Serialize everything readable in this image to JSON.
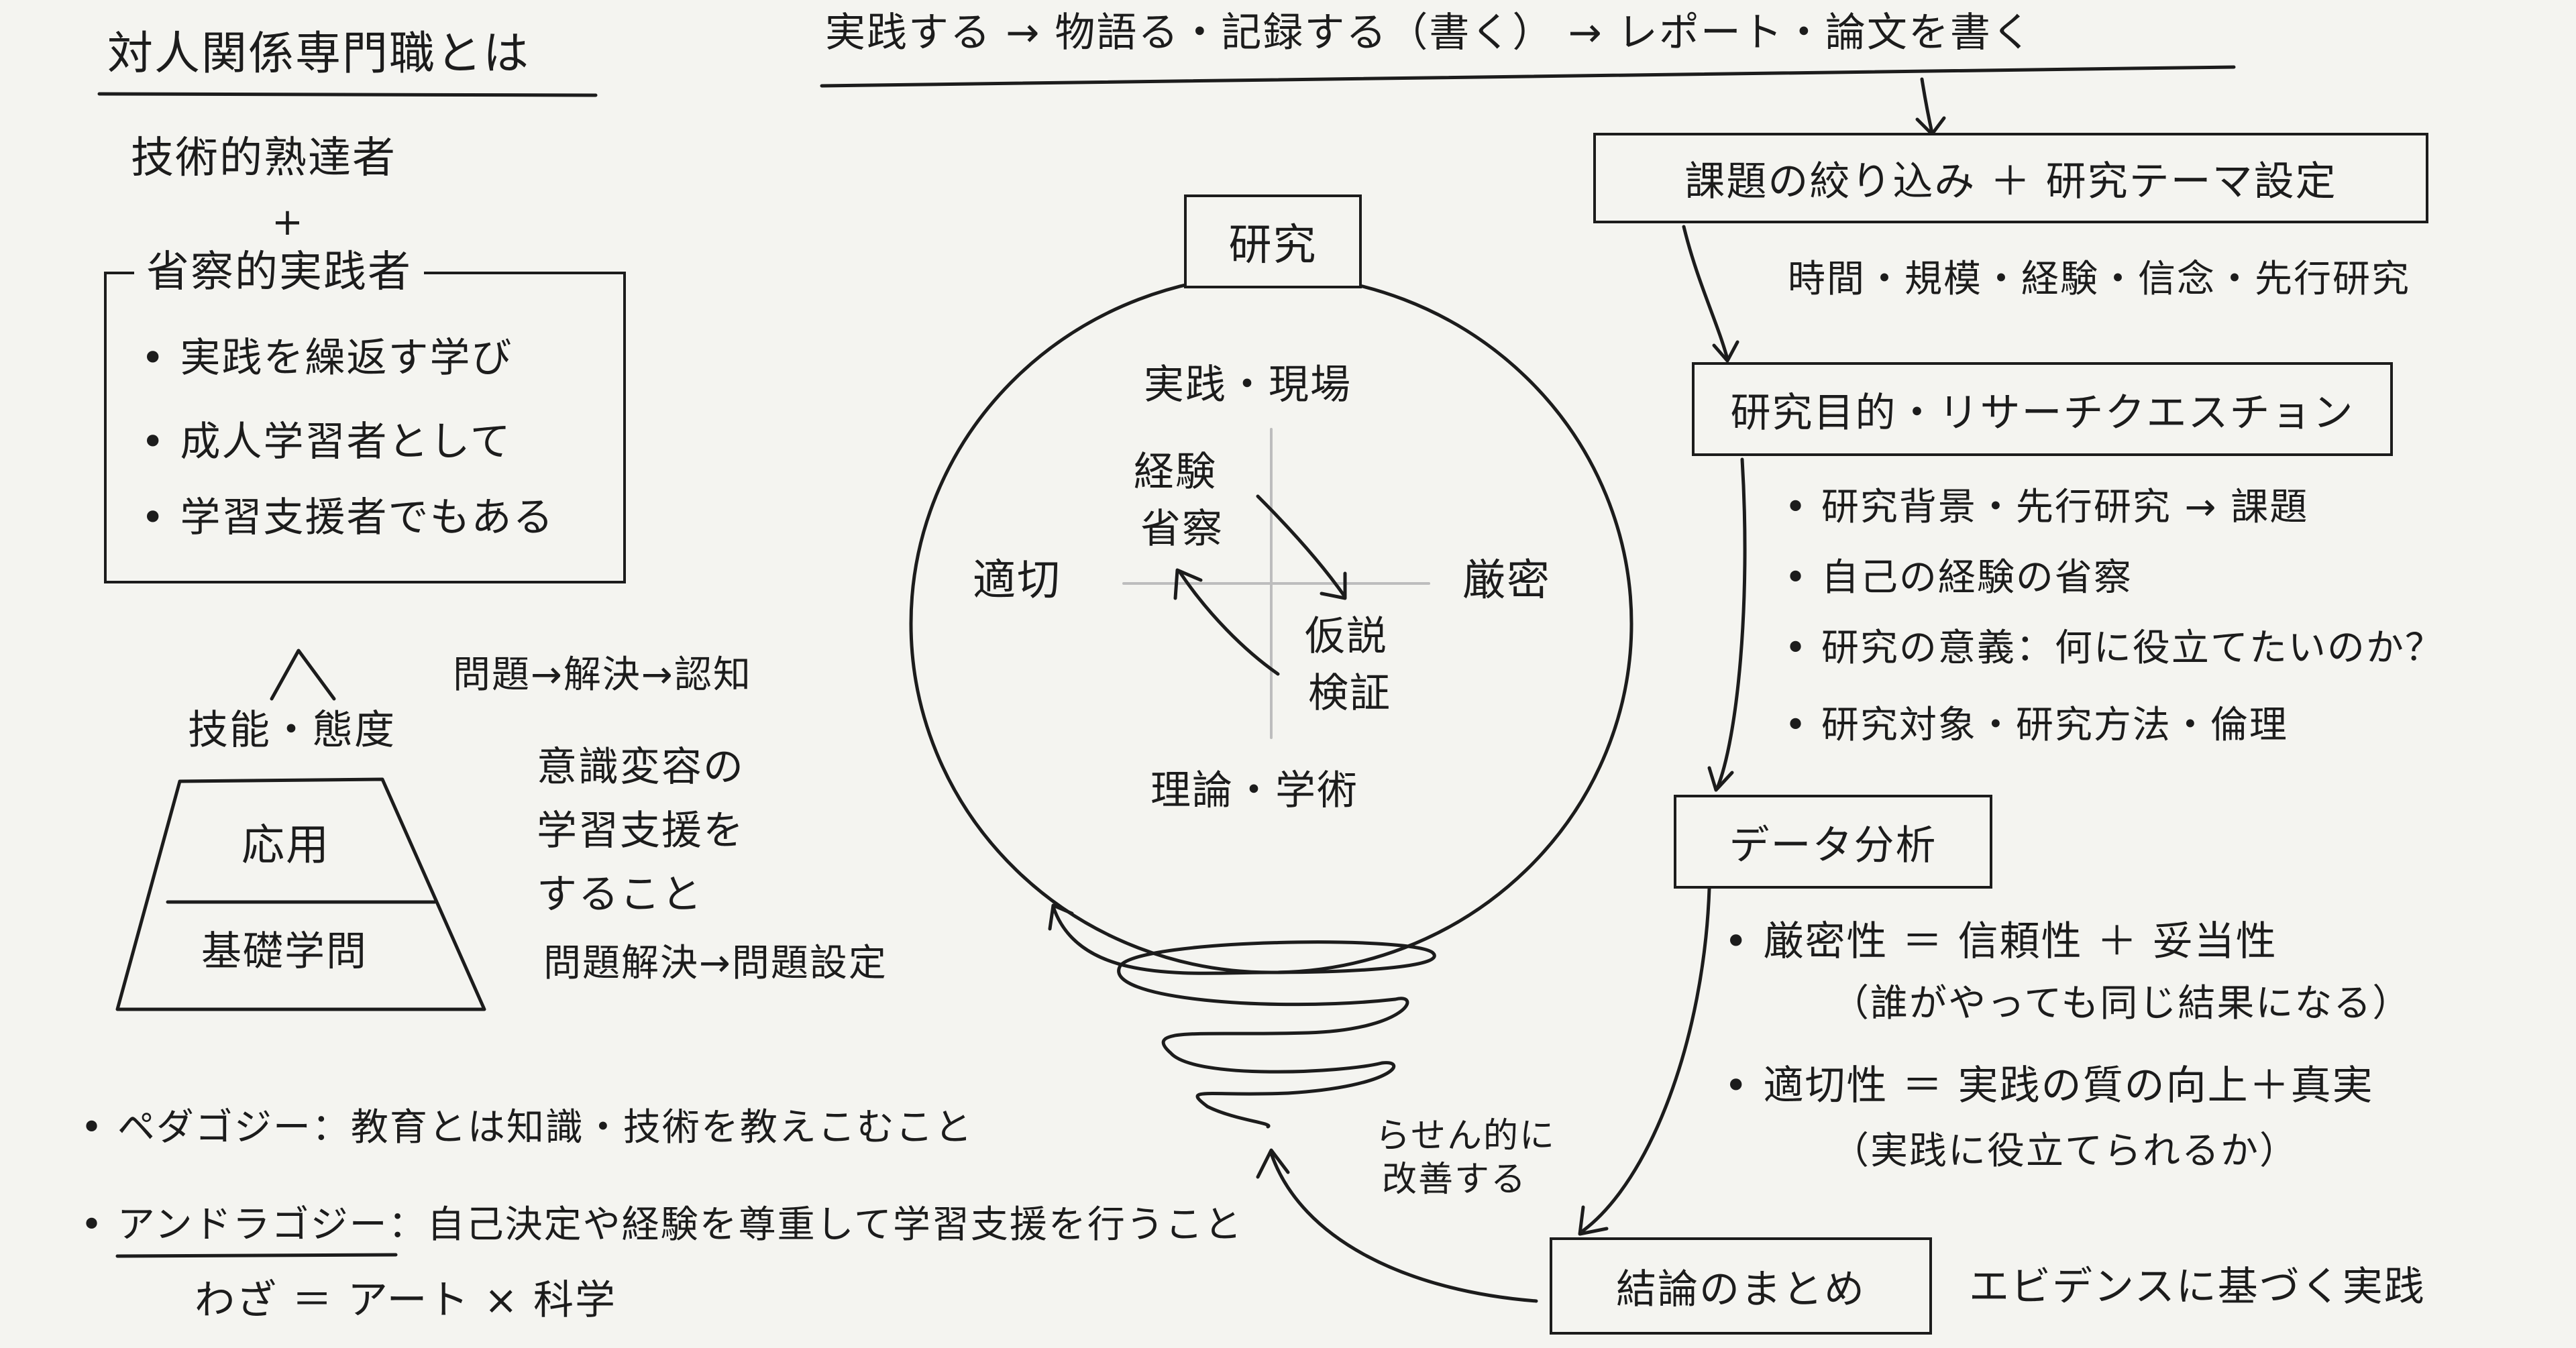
{
  "left": {
    "title": "対人関係専門職とは",
    "expert": "技術的熟達者",
    "plus": "+",
    "reflective_title": "省察的実践者",
    "reflective_items": [
      "実践を繰返す学び",
      "成人学習者として",
      "学習支援者でもある"
    ],
    "pyramid": {
      "top": "技能・態度",
      "middle": "応用",
      "bottom": "基礎学問"
    },
    "notes": [
      "問題→解決→認知",
      "意識変容の",
      "学習支援を",
      "すること",
      "問題解決→問題設定"
    ],
    "bottom_items": [
      {
        "term": "ペダゴジー",
        "desc": "：教育とは知識・技術を教えこむこと"
      },
      {
        "term": "アンドラゴジー",
        "desc": "：自己決定や経験を尊重して学習支援を行うこと"
      }
    ],
    "waza": "わざ ＝ アート × 科学"
  },
  "top_flow": "実践する → 物語る・記録する（書く） → レポート・論文を書く",
  "circle": {
    "label": "研究",
    "top": "実践・現場",
    "bottom": "理論・学術",
    "left": "適切",
    "right": "厳密",
    "exp1": "経験",
    "exp2": "省察",
    "hyp1": "仮説",
    "hyp2": "検証",
    "spiral1": "らせん的に",
    "spiral2": "改善する"
  },
  "right": {
    "step1": "課題の絞り込み ＋ 研究テーマ設定",
    "step1_sub": "時間・規模・経験・信念・先行研究",
    "step2": "研究目的・リサーチクエスチョン",
    "step2_items": [
      "研究背景・先行研究 → 課題",
      "自己の経験の省察",
      "研究の意義：何に役立てたいのか？",
      "研究対象・研究方法・倫理"
    ],
    "step3": "データ分析",
    "rigor": "厳密性 ＝ 信頼性 ＋ 妥当性",
    "rigor_note": "（誰がやっても同じ結果になる）",
    "relevance": "適切性 ＝ 実践の質の向上＋真実",
    "relevance_note": "（実践に役立てられるか）",
    "step4": "結論のまとめ",
    "evidence": "エビデンスに基づく実践"
  }
}
